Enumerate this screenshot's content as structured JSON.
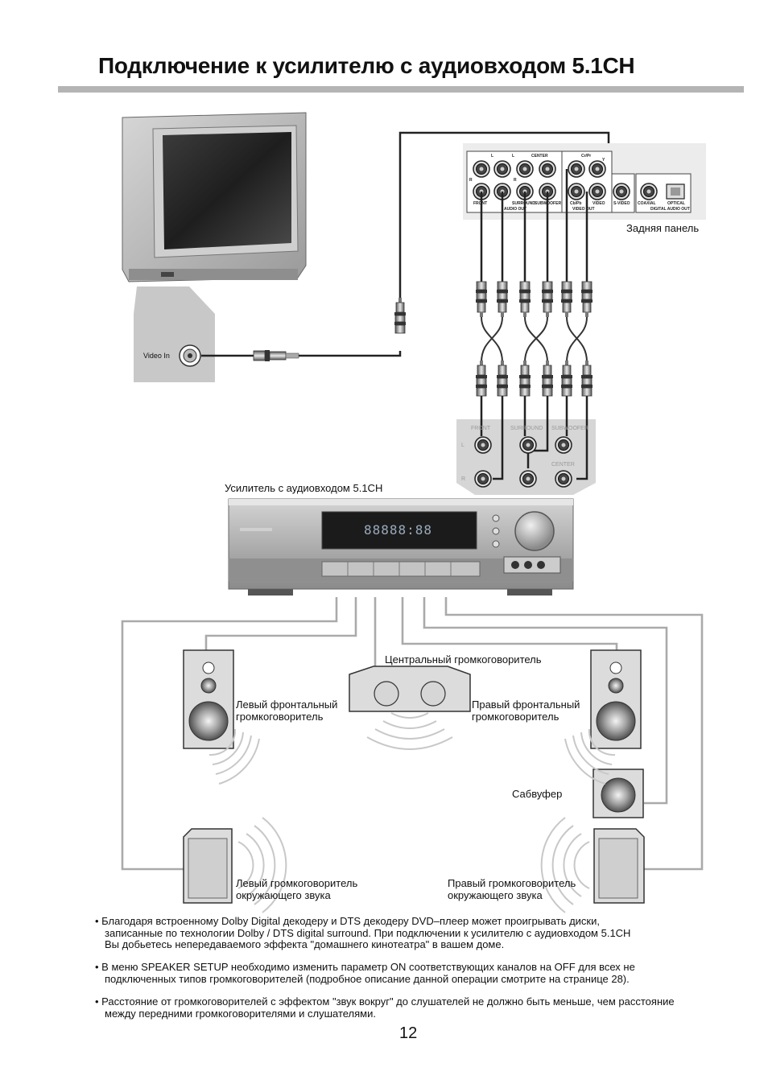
{
  "title": "Подключение к усилителю с аудиовходом 5.1CH",
  "tv": {
    "port_label": "Video In"
  },
  "rear_panel": {
    "label": "Задняя панель",
    "audio_out_top": [
      "L",
      "L",
      "CENTER"
    ],
    "audio_out_bottom": [
      "FRONT",
      "SURROUND",
      "SUBWOOFER"
    ],
    "side_left_letters": [
      "R",
      "R"
    ],
    "audio_out_label": "AUDIO OUT",
    "video_top": [
      "Cr/Pr",
      "Y"
    ],
    "video_bottom": [
      "Cb/Pb",
      "VIDEO"
    ],
    "video_out_label": "VIDEO OUT",
    "svideo_label": "S-VIDEO",
    "coaxial_label": "COAXIAL",
    "optical_label": "OPTICAL",
    "digital_out_label": "DIGITAL AUDIO OUT"
  },
  "amp_panel": {
    "front": "FRONT",
    "surround": "SURROUND",
    "subwoofer": "SUBWOOFER",
    "center": "CENTER",
    "l": "L",
    "r": "R"
  },
  "amplifier": {
    "label": "Усилитель с аудиовходом 5.1CH",
    "display": "88888:88"
  },
  "speakers": {
    "center": "Центральный громкоговоритель",
    "left_front": [
      "Левый фронтальный",
      "громкоговоритель"
    ],
    "right_front": [
      "Правый фронтальный",
      "громкоговоритель"
    ],
    "subwoofer": "Сабвуфер",
    "left_surround": [
      "Левый громкоговоритель",
      "окружающего звука"
    ],
    "right_surround": [
      "Правый громкоговоритель",
      "окружающего звука"
    ]
  },
  "notes": [
    [
      "• Благодаря встроенному Dolby Digital декодеру и DTS декодеру DVD–плеер может проигрывать диски,",
      "записанные по технологии Dolby / DTS digital surround. При подключении к усилителю с аудиовходом 5.1CH",
      "Вы добьетесь непередаваемого эффекта \"домашнего кинотеатра\" в вашем доме."
    ],
    [
      "• В меню SPEAKER SETUP необходимо изменить параметр ON соответствующих каналов на OFF для всех не",
      "подключенных типов громкоговорителей (подробное описание данной операции смотрите на странице 28)."
    ],
    [
      "• Расстояние от громкоговорителей с эффектом \"звук вокруг\" до слушателей не должно быть меньше, чем расстояние",
      "между передними громкоговорителями и слушателями."
    ]
  ],
  "page_number": "12",
  "colors": {
    "rule": "#b4b4b4",
    "device": "#b8b8b8",
    "panel": "#ececec"
  }
}
